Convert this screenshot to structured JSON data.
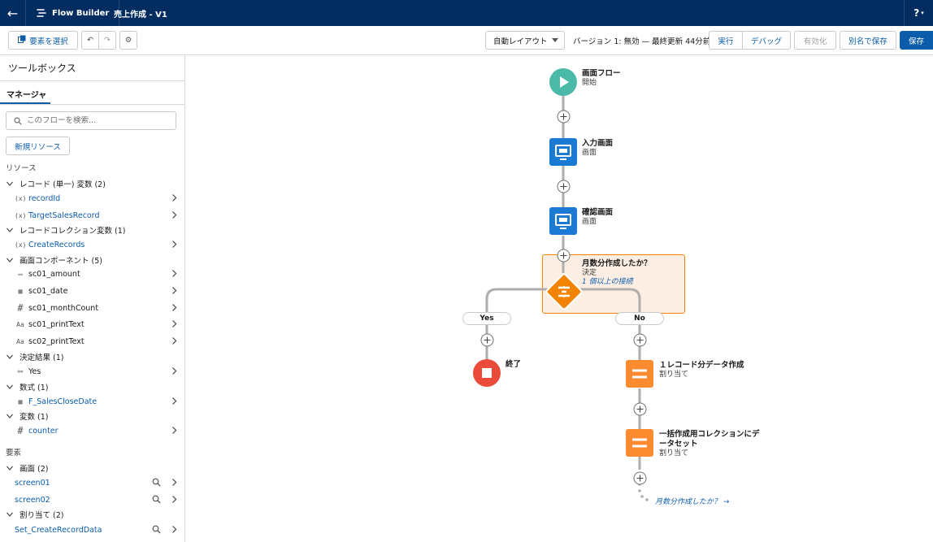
{
  "header": {
    "app_name": "Flow Builder",
    "flow_title": "売上作成 - V1",
    "help_label": "?"
  },
  "toolbar": {
    "select_elements_label": "要素を選択",
    "layout_select_value": "自動レイアウト",
    "version_info": "バージョン 1: 無効 — 最終更新 44分前",
    "run_label": "実行",
    "debug_label": "デバッグ",
    "activate_label": "有効化",
    "save_as_label": "別名で保存",
    "save_label": "保存"
  },
  "sidebar": {
    "title": "ツールボックス",
    "tab_label": "マネージャ",
    "search_placeholder": "このフローを検索...",
    "new_resource_label": "新規リソース",
    "resources_label": "リソース",
    "elements_label": "要素",
    "groups": [
      {
        "label": "レコード (単一) 変数 (2)",
        "items": [
          {
            "icon": "(x)",
            "label": "recordId"
          },
          {
            "icon": "(x)",
            "label": "TargetSalesRecord"
          }
        ]
      },
      {
        "label": "レコードコレクション変数 (1)",
        "items": [
          {
            "icon": "(x)",
            "label": "CreateRecords"
          }
        ]
      },
      {
        "label": "画面コンポーネント (5)",
        "items": [
          {
            "icon": "▭",
            "label": "sc01_amount"
          },
          {
            "icon": "▦",
            "label": "sc01_date"
          },
          {
            "icon": "#",
            "label": "sc01_monthCount"
          },
          {
            "icon": "Aa",
            "label": "sc01_printText"
          },
          {
            "icon": "Aa",
            "label": "sc02_printText"
          }
        ]
      },
      {
        "label": "決定結果 (1)",
        "items": [
          {
            "icon": "⚯",
            "label": "Yes"
          }
        ]
      },
      {
        "label": "数式 (1)",
        "items": [
          {
            "icon": "▦",
            "label": "F_SalesCloseDate"
          }
        ]
      },
      {
        "label": "変数 (1)",
        "items": [
          {
            "icon": "#",
            "label": "counter"
          }
        ]
      },
      {
        "label": "画面 (2)",
        "items": [
          {
            "label": "screen01"
          },
          {
            "label": "screen02"
          }
        ]
      },
      {
        "label": "割り当て (2)",
        "items": [
          {
            "label": "Set_CreateRecordData"
          }
        ]
      }
    ]
  },
  "canvas": {
    "start": {
      "title": "画面フロー",
      "sub": "開始"
    },
    "screen1": {
      "title": "入力画面",
      "sub": "画面"
    },
    "screen2": {
      "title": "確認画面",
      "sub": "画面"
    },
    "decision": {
      "title": "月数分作成したか？",
      "sub": "決定",
      "link": "1 個以上の接続"
    },
    "branch_yes": "Yes",
    "branch_no": "No",
    "end": {
      "title": "終了"
    },
    "assign1": {
      "title": "１レコード分データ作成",
      "sub": "割り当て"
    },
    "assign2": {
      "title_line1": "一括作成用コレクションにデ",
      "title_line2": "ータセット",
      "sub": "割り当て"
    },
    "loop_back": "月数分作成したか？ →"
  },
  "colors": {
    "header_bg": "#032d60",
    "brand_blue": "#0b5cab",
    "start_teal": "#4bb9a8",
    "screen_blue": "#1b7bd4",
    "decision_orange": "#f38303",
    "end_red": "#ea4b3b",
    "assign_orange": "#fa8b2f"
  }
}
